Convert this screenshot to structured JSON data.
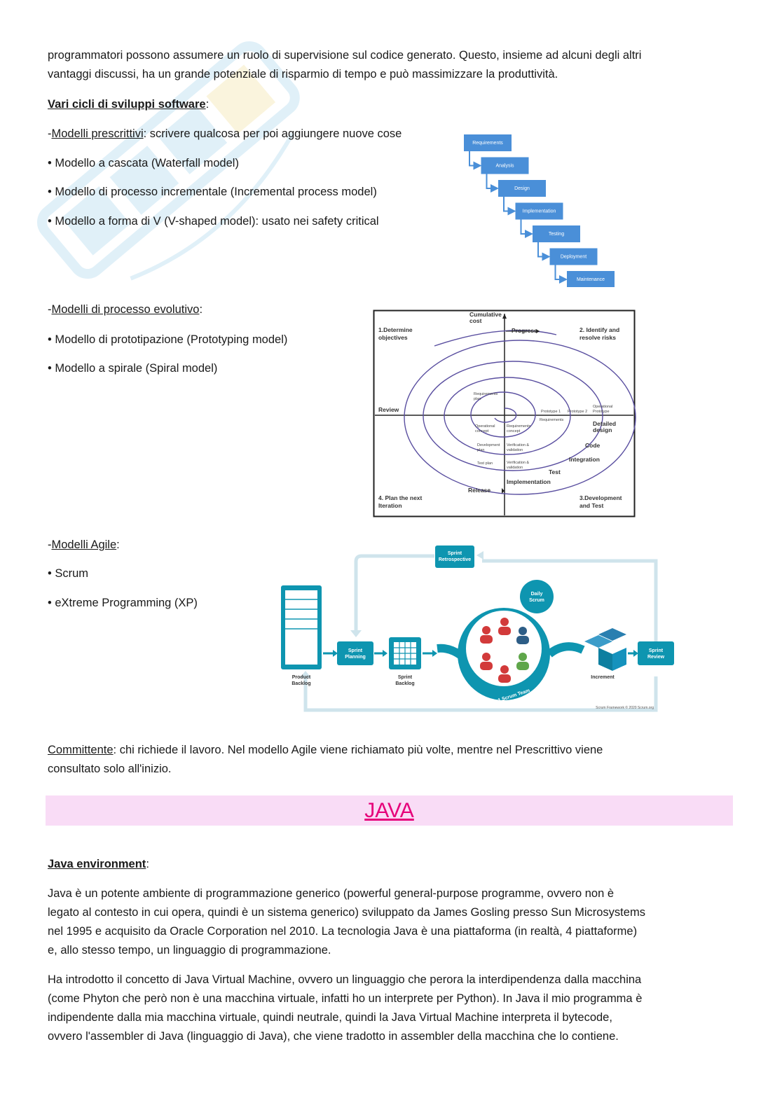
{
  "intro": {
    "line1": "programmatori possono assumere un ruolo di supervisione sul codice generato. Questo, insieme ad alcuni degli altri",
    "line2": "vantaggi discussi, ha un grande potenziale di risparmio di tempo e può massimizzare la produttività."
  },
  "cicli_heading": "Vari cicli di sviluppi software",
  "prescrittivi": {
    "label": "Modelli prescrittivi",
    "desc": ": scrivere qualcosa per poi aggiungere nuove cose",
    "items": [
      "• Modello a cascata (Waterfall model)",
      "• Modello di processo incrementale (Incremental process model)",
      "• Modello a forma di V (V-shaped model): usato nei safety critical"
    ]
  },
  "waterfall": {
    "steps": [
      "Requirements",
      "Analysis",
      "Design",
      "Implementation",
      "Testing",
      "Deployment",
      "Maintenance"
    ],
    "color": "#4a8fd8"
  },
  "evolutivo": {
    "label": "Modelli di processo evolutivo",
    "items": [
      "• Modello di prototipazione (Prototyping model)",
      "• Modello a spirale (Spiral model)"
    ]
  },
  "spiral": {
    "cumulative_cost": [
      "Cumulative",
      "cost"
    ],
    "progress": "Progress",
    "q1": [
      "1.Determine",
      "objectives"
    ],
    "q2": [
      "2. Identify and",
      "resolve risks"
    ],
    "q3": [
      "3.Development",
      "and Test"
    ],
    "q4": [
      "4. Plan the next",
      "Iteration"
    ],
    "review": "Review",
    "release": "Release",
    "inner": {
      "req_plan": [
        "Requirements",
        "plan"
      ],
      "op_concept": [
        "Operational",
        "concept"
      ],
      "req_concept": [
        "Requirements",
        "concept"
      ],
      "dev_plan": [
        "Development",
        "plan"
      ],
      "verif1": [
        "Verification &",
        "validation"
      ],
      "test_plan": "Test plan",
      "verif2": [
        "Verification &",
        "validation"
      ],
      "proto1": "Prototype 1",
      "proto2": "Prototype 2",
      "requirements": "Requirements",
      "op_prototype": [
        "Operational",
        "Prototype"
      ]
    },
    "detailed_design": [
      "Detailed",
      "design"
    ],
    "code": "Code",
    "integration": "Integration",
    "test": "Test",
    "implementation": "Implementation",
    "color": "#5a4fa0"
  },
  "agile": {
    "label": "Modelli Agile",
    "items": [
      "• Scrum",
      "• eXtreme Programming (XP)"
    ]
  },
  "scrum": {
    "sprint_retro": [
      "Sprint",
      "Retrospective"
    ],
    "daily_scrum": [
      "Daily",
      "Scrum"
    ],
    "product_backlog": [
      "Product",
      "Backlog"
    ],
    "sprint_planning": [
      "Sprint",
      "Planning"
    ],
    "sprint_backlog": [
      "Sprint",
      "Backlog"
    ],
    "scrum_team": "1 Scrum Team",
    "increment": "Increment",
    "sprint_review": [
      "Sprint",
      "Review"
    ],
    "credit": "Scrum Framework © 2020 Scrum.org",
    "teal": "#0e95b0",
    "teal_light": "#cfe4ec"
  },
  "committente": {
    "label": "Committente",
    "line1": ": chi richiede il lavoro. Nel modello Agile viene richiamato più volte, mentre nel Prescrittivo viene",
    "line2": "consultato solo all'inizio."
  },
  "java_title": "JAVA",
  "java_env": {
    "heading": "Java environment",
    "p1": [
      "Java è un potente ambiente di programmazione generico (powerful general-purpose programme, ovvero non è",
      "legato al contesto in cui opera, quindi è un sistema generico) sviluppato da James Gosling presso Sun Microsystems",
      "nel 1995 e acquisito da Oracle Corporation nel 2010. La tecnologia Java è una piattaforma (in realtà, 4 piattaforme)",
      "e, allo stesso tempo, un linguaggio di programmazione."
    ],
    "p2": [
      "Ha introdotto il concetto di Java Virtual Machine, ovvero un linguaggio che perora la interdipendenza dalla macchina",
      "(come Phyton che però non è una macchina virtuale, infatti ho un interprete per Python). In Java il mio programma è",
      "indipendente dalla mia macchina virtuale, quindi neutrale, quindi la Java Virtual Machine interpreta il bytecode,",
      "ovvero l'assembler di Java (linguaggio di Java), che viene tradotto in assembler della macchina che lo contiene."
    ]
  }
}
